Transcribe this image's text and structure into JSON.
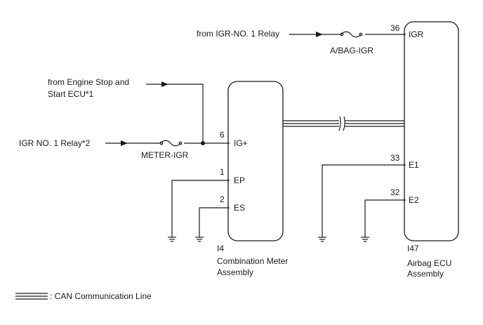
{
  "sources": {
    "igr_no1_relay_airbag": "from IGR-NO. 1 Relay",
    "engine_stop_start_ecu_line1": "from Engine Stop and",
    "engine_stop_start_ecu_line2": "Start ECU*1",
    "igr_no1_relay_meter": "IGR NO. 1 Relay*2"
  },
  "fuses": {
    "airbag": "A/BAG-IGR",
    "meter": "METER-IGR"
  },
  "combination_meter": {
    "connector": "I4",
    "name_line1": "Combination Meter",
    "name_line2": "Assembly",
    "pins": [
      {
        "num": "6",
        "label": "IG+"
      },
      {
        "num": "1",
        "label": "EP"
      },
      {
        "num": "2",
        "label": "ES"
      }
    ]
  },
  "airbag_ecu": {
    "connector": "I47",
    "name_line1": "Airbag ECU",
    "name_line2": "Assembly",
    "pins": [
      {
        "num": "36",
        "label": "IGR"
      },
      {
        "num": "33",
        "label": "E1"
      },
      {
        "num": "32",
        "label": "E2"
      }
    ]
  },
  "legend": {
    "can_label": ": CAN Communication Line"
  }
}
